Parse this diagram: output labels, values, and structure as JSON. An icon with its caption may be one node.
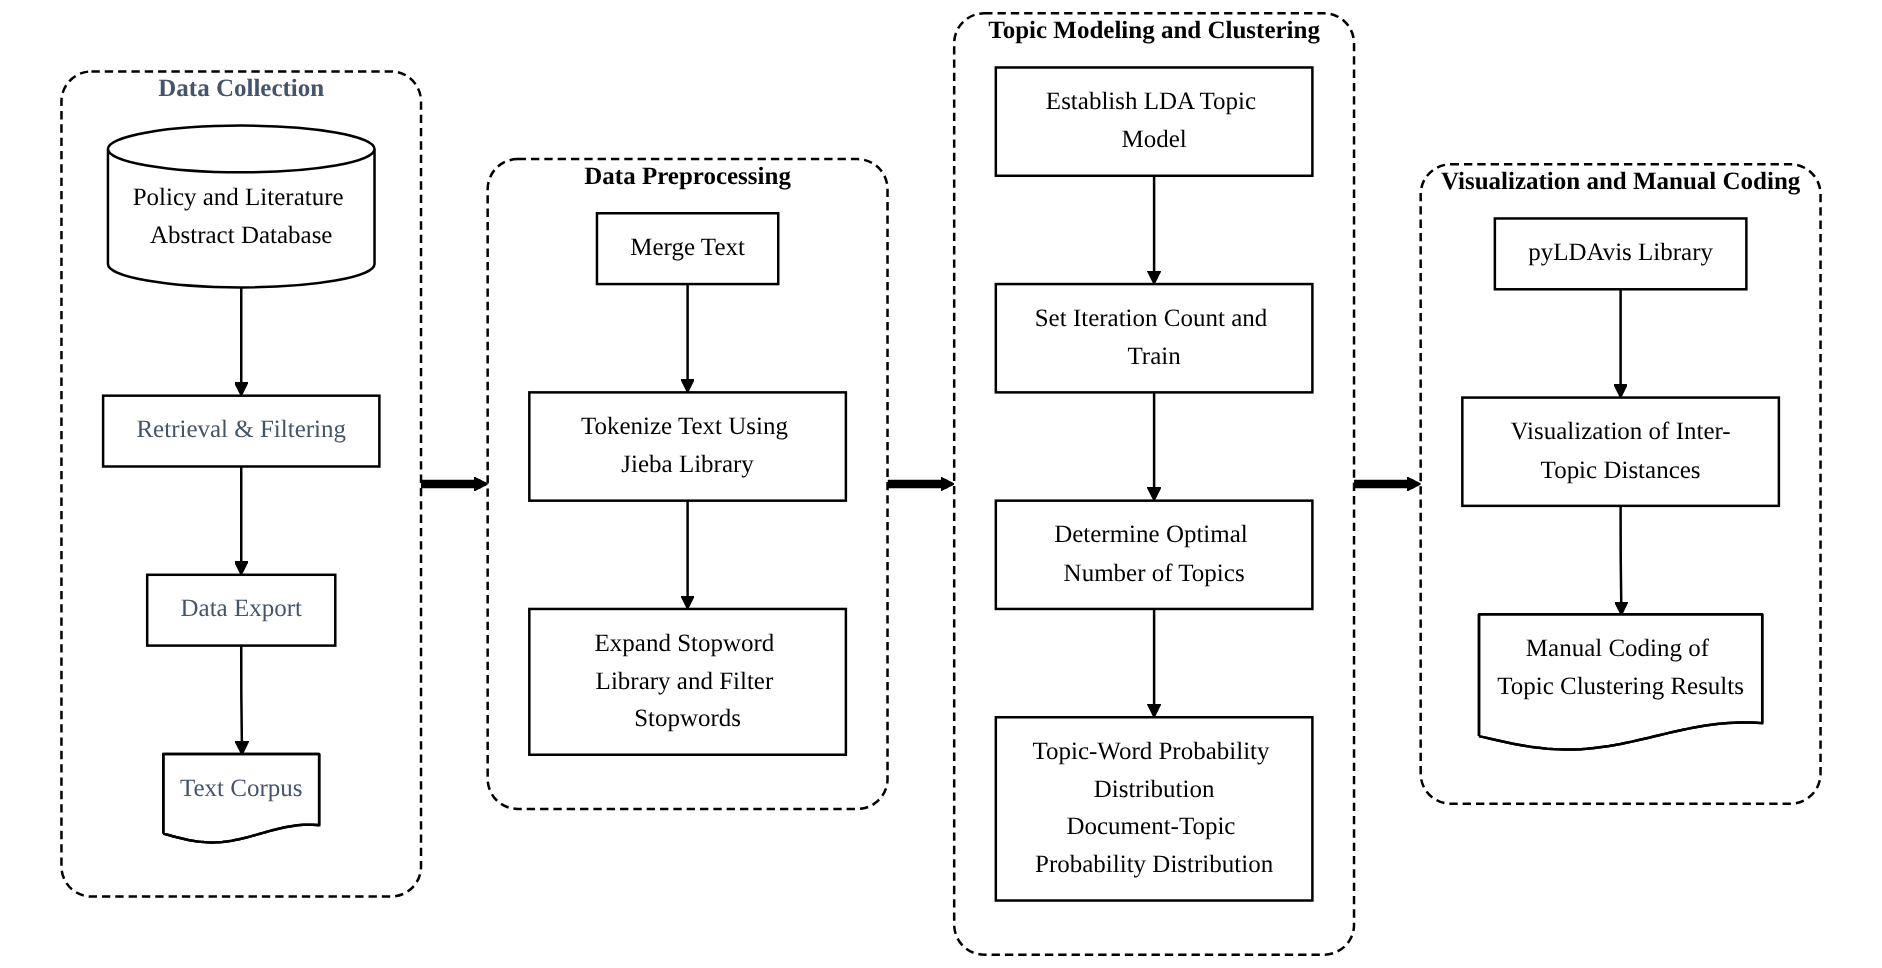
{
  "diagram": {
    "nodes": [
      {
        "text": [
          "Data Collection"
        ]
      },
      {
        "text": [
          "Policy and Literature Abstract Database"
        ],
        "in": 0
      },
      {
        "text": [
          "Retrieval & Filtering"
        ],
        "in": 0
      },
      {
        "text": [
          "Data Export"
        ],
        "in": 0
      },
      {
        "text": [
          "Text Corpus"
        ],
        "in": 0
      },
      {
        "text": [
          "Data Preprocessing"
        ]
      },
      {
        "text": [
          "Merge Text"
        ],
        "in": 5
      },
      {
        "text": [
          "Tokenize Text Using Jieba Library"
        ],
        "in": 5
      },
      {
        "text": [
          "Expand Stopword Library and Filter Stopwords"
        ],
        "in": 5
      },
      {
        "text": [
          "Topic Modeling and Clustering"
        ]
      },
      {
        "text": [
          "Establish LDA Topic Model"
        ],
        "in": 9
      },
      {
        "text": [
          "Set Iteration Count and Train"
        ],
        "in": 9
      },
      {
        "text": [
          "Determine Optimal Number of Topics"
        ],
        "in": 9
      },
      {
        "text": [
          "Topic-Word Probability Distribution",
          "Document-Topic Probability Distribution"
        ],
        "in": 9
      },
      {
        "text": [
          "Visualization and Manual Coding"
        ]
      },
      {
        "text": [
          "pyLDAvis Library"
        ],
        "in": 14
      },
      {
        "text": [
          "Visualization of Inter-Topic Distances"
        ],
        "in": 14
      },
      {
        "text": [
          "Manual Coding of Topic Clustering Results"
        ],
        "in": 14
      }
    ],
    "edges": [
      {
        "from": 1,
        "to": 2,
        "arrow": "to"
      },
      {
        "from": 2,
        "to": 3,
        "arrow": "to"
      },
      {
        "from": 3,
        "to": 4,
        "arrow": "to"
      },
      {
        "from": 0,
        "to": 5,
        "arrow": "to",
        "style": "thick"
      },
      {
        "from": 6,
        "to": 7,
        "arrow": "to"
      },
      {
        "from": 7,
        "to": 8,
        "arrow": "to"
      },
      {
        "from": 5,
        "to": 9,
        "arrow": "to",
        "style": "thick"
      },
      {
        "from": 10,
        "to": 11,
        "arrow": "to"
      },
      {
        "from": 11,
        "to": 12,
        "arrow": "to"
      },
      {
        "from": 12,
        "to": 13,
        "arrow": "to"
      },
      {
        "from": 9,
        "to": 14,
        "arrow": "to",
        "style": "thick"
      },
      {
        "from": 15,
        "to": 16,
        "arrow": "to"
      },
      {
        "from": 16,
        "to": 17,
        "arrow": "to"
      }
    ]
  }
}
